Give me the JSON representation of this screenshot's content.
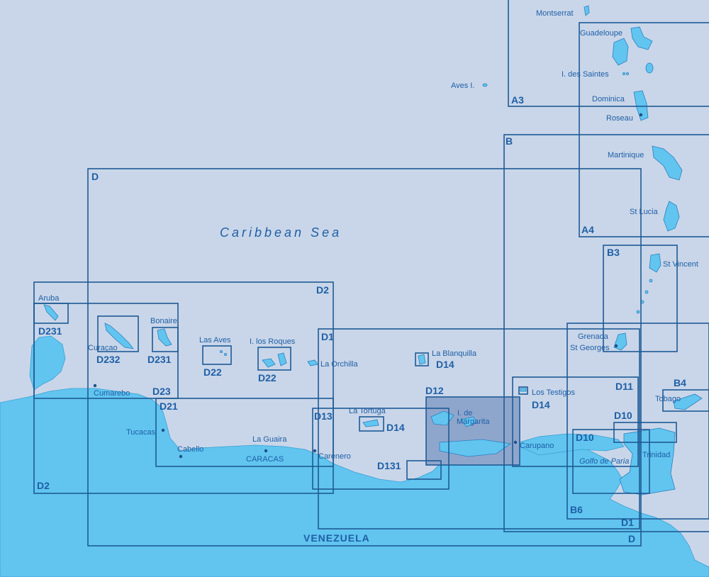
{
  "map": {
    "sea_name": "Caribbean Sea",
    "country": "VENEZUELA",
    "gulf": "Golfo de Paria",
    "colors": {
      "sea": "#c9d6e9",
      "land": "#61c5f0",
      "frame": "#1f5a95",
      "text": "#1e5fa6",
      "highlight": "#8fa6cc"
    },
    "places": {
      "montserrat": "Montserrat",
      "guadeloupe": "Guadeloupe",
      "saintes": "I. des Saintes",
      "dominica": "Dominica",
      "roseau": "Roseau",
      "aves": "Aves I.",
      "martinique": "Martinique",
      "st_lucia": "St Lucia",
      "st_vincent": "St Vincent",
      "grenada": "Grenada",
      "st_georges": "St Georges",
      "tobago": "Tobago",
      "trinidad": "Trinidad",
      "aruba": "Aruba",
      "curacao": "Curaçao",
      "bonaire": "Bonaire",
      "las_aves": "Las Aves",
      "los_roques": "I. los Roques",
      "la_orchilla": "La Orchilla",
      "la_blanquilla": "La Blanquilla",
      "la_tortuga": "La Tortuga",
      "margarita_1": "I. de",
      "margarita_2": "Margarita",
      "los_testigos": "Los Testigos",
      "cumarebo": "Cumarebo",
      "tucacas": "Tucacas",
      "cabello": "Cabello",
      "la_guaira": "La Guaira",
      "caracas": "CARACAS",
      "carenero": "Carenero",
      "carupano": "Carupano"
    },
    "chart_codes": {
      "a3": "A3",
      "a4": "A4",
      "b": "B",
      "b3": "B3",
      "b4": "B4",
      "b6": "B6",
      "d": "D",
      "d_bottom": "D",
      "d1": "D1",
      "d1_bottom": "D1",
      "d2": "D2",
      "d2_bottom": "D2",
      "d231_aruba": "D231",
      "d232": "D232",
      "d231_bonaire": "D231",
      "d23": "D23",
      "d21": "D21",
      "d22_aves": "D22",
      "d22_roques": "D22",
      "d13": "D13",
      "d14_blanquilla": "D14",
      "d14_tortuga": "D14",
      "d14_testigos": "D14",
      "d12": "D12",
      "d131": "D131",
      "d11": "D11",
      "d10_top": "D10",
      "d10_left": "D10"
    }
  }
}
